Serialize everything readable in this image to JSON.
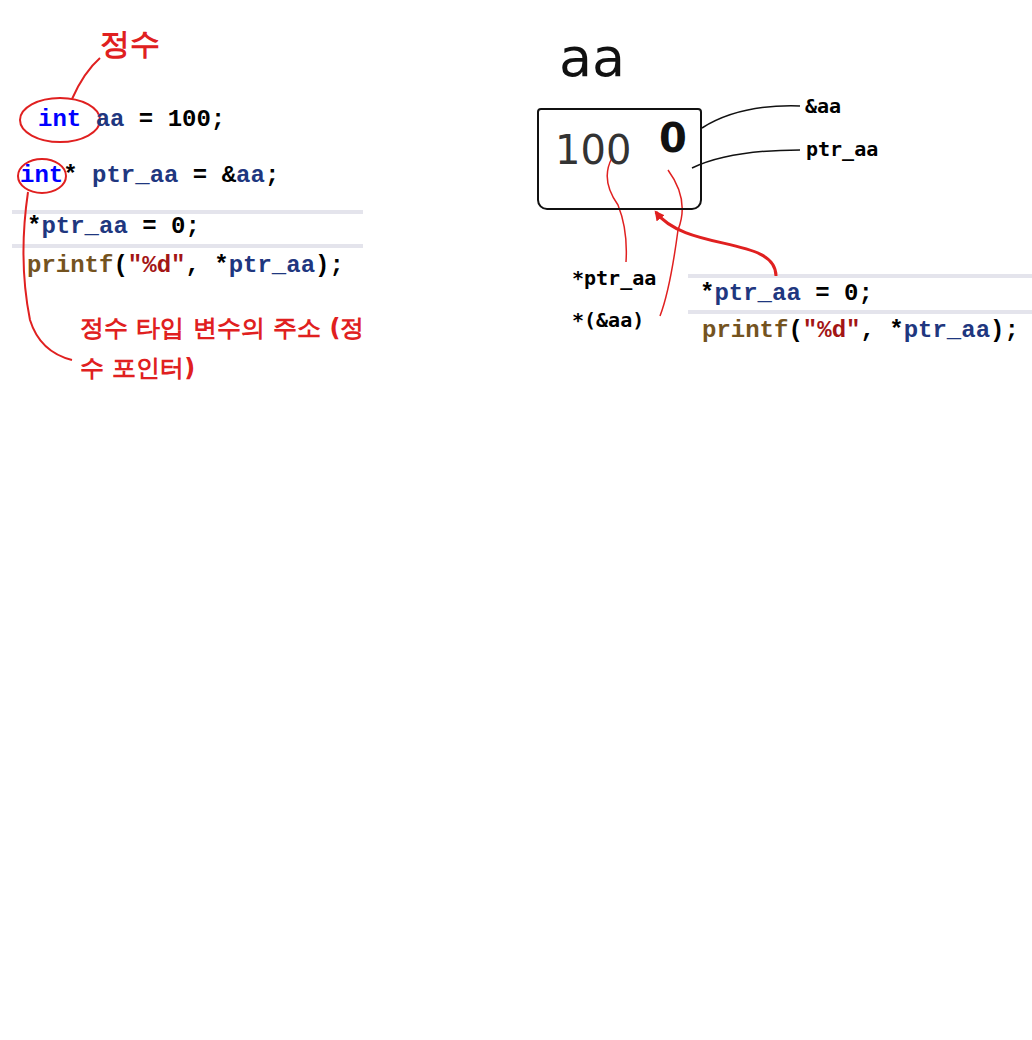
{
  "diagram": {
    "nodes": [
      {
        "text": [
          "aa",
          "100",
          "0"
        ]
      },
      {
        "text": [
          "*ptr_aa = 0;"
        ]
      }
    ],
    "edges": [
      {
        "from": 1,
        "to": 0,
        "arrow": "to"
      }
    ],
    "labels": [
      "정수",
      "int aa = 100;",
      "int* ptr_aa = &aa;",
      "*ptr_aa = 0;",
      "printf(\"%d\", *ptr_aa);",
      "정수 타입 변수의 주소 (정수 포인터)",
      "&aa",
      "ptr_aa",
      "*ptr_aa",
      "*(&aa)",
      "printf(\"%d\", *ptr_aa);"
    ]
  }
}
